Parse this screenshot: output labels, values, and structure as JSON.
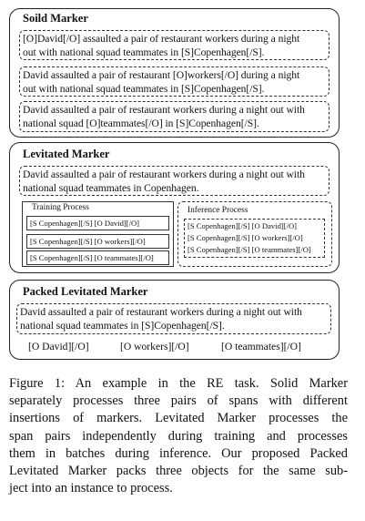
{
  "solid_marker": {
    "title": "Soild Marker",
    "instances": [
      [
        "[O]David[/O] assaulted a pair of restaurant workers during a night",
        "out with national squad teammates in [S]Copenhagen[/S]."
      ],
      [
        "David assaulted a pair of restaurant [O]workers[/O] during a night",
        "out with national squad teammates in [S]Copenhagen[/S]."
      ],
      [
        "David assaulted a pair of restaurant workers during a night out with",
        "national squad [O]teammates[/O] in [S]Copenhagen[/S]."
      ]
    ]
  },
  "levitated_marker": {
    "title": "Levitated Marker",
    "sentence": [
      "David assaulted a pair of restaurant workers during a night out with",
      "national squad teammates in Copenhagen."
    ],
    "training": {
      "title": "Training Process",
      "rows": [
        "[S Copenhagen][/S] [O David][/O]",
        "[S Copenhagen][/S] [O workers][/O]",
        "[S Copenhagen][/S] [O teammates][/O]"
      ]
    },
    "inference": {
      "title": "Inference Process",
      "rows": [
        "[S Copenhagen][/S] [O David][/O]",
        "[S Copenhagen][/S] [O workers][/O]",
        "[S Copenhagen][/S] [O teammates][/O]"
      ]
    }
  },
  "packed_marker": {
    "title": "Packed Levitated Marker",
    "sentence": [
      "David assaulted a pair of restaurant workers during a night out with",
      "national squad teammates in [S]Copenhagen[/S]."
    ],
    "objects": [
      "[O David][/O]",
      "[O workers][/O]",
      "[O teammates][/O]"
    ]
  },
  "caption": {
    "lines": [
      "Figure 1:  An example in the RE task.  Solid Marker",
      "separately processes three pairs of spans with different",
      "insertions of markers.  Levitated Marker processes the",
      "span pairs independently during training and processes",
      "them in batches during inference.  Our proposed Packed",
      "Levitated Marker packs three objects for the same sub-",
      "ject into an instance to process."
    ]
  }
}
